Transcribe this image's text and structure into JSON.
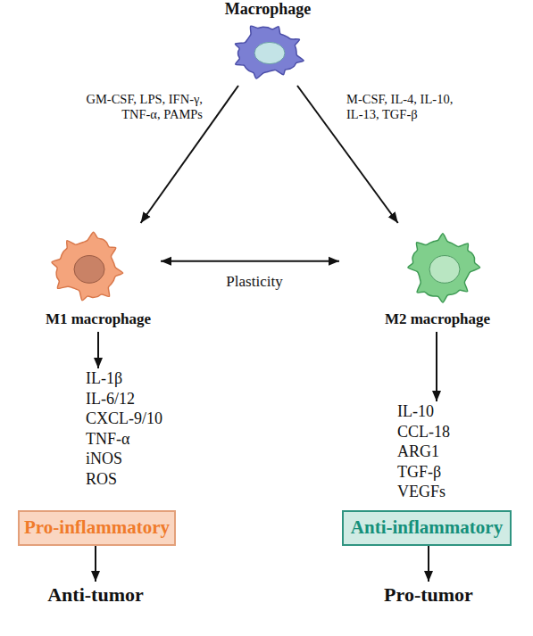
{
  "diagram": {
    "nodes": [
      {
        "text": [
          "Macrophage"
        ]
      },
      {
        "text": [
          "M1 macrophage"
        ]
      },
      {
        "text": [
          "M2 macrophage"
        ]
      },
      {
        "text": [
          "IL-1β IL-6/12 CXCL-9/10 TNF-α iNOS ROS"
        ]
      },
      {
        "text": [
          "IL-10 CCL-18 ARG1 TGF-β VEGFs"
        ]
      },
      {
        "text": [
          "Pro-inflammatory"
        ]
      },
      {
        "text": [
          "Anti-inflammatory"
        ]
      },
      {
        "text": [
          "Anti-tumor"
        ]
      },
      {
        "text": [
          "Pro-tumor"
        ]
      }
    ],
    "edges": [
      {
        "from": 0,
        "to": 1,
        "label": "GM-CSF, LPS, IFN-γ, TNF-α, PAMPs",
        "arrow": "to"
      },
      {
        "from": 0,
        "to": 2,
        "label": "M-CSF, IL-4, IL-10, IL-13, TGF-β",
        "arrow": "to"
      },
      {
        "from": 1,
        "to": 2,
        "label": "Plasticity",
        "arrow": "both"
      },
      {
        "from": 1,
        "to": 3,
        "arrow": "to"
      },
      {
        "from": 2,
        "to": 4,
        "arrow": "to"
      },
      {
        "from": 5,
        "to": 7,
        "arrow": "to"
      },
      {
        "from": 6,
        "to": 8,
        "arrow": "to"
      }
    ]
  }
}
